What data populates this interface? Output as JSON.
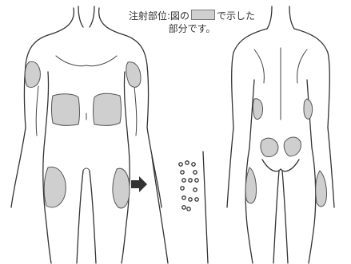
{
  "caption": {
    "line1_before": "注射部位:図の",
    "line1_after": "で示した",
    "line2": "部分です。"
  },
  "colors": {
    "zone_fill": "#cfcfcf",
    "line": "#333333",
    "background": "#ffffff"
  },
  "icons": {
    "arrow": "right-arrow-icon"
  }
}
